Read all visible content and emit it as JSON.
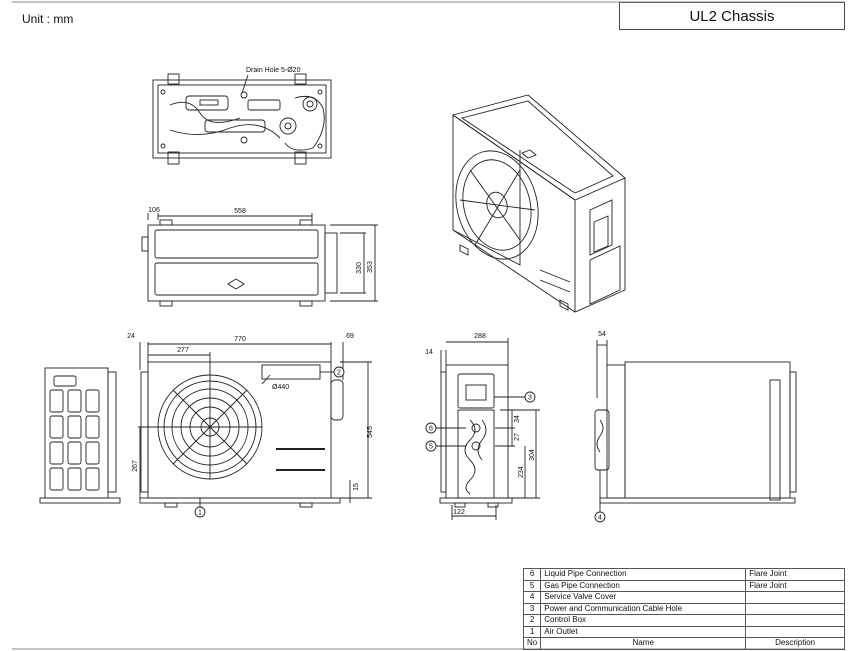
{
  "header": {
    "unit": "Unit : mm",
    "title": "UL2 Chassis"
  },
  "callouts": {
    "drain_hole": "Drain Hole 5-Ø20",
    "fan_diameter": "Ø440"
  },
  "dimensions": {
    "top_left_offset": "106",
    "top_width": "558",
    "top_depth_inner": "330",
    "top_depth_total": "353",
    "front_left_offset": "24",
    "front_width": "770",
    "front_right_offset": "69",
    "fan_center_x": "277",
    "front_height": "545",
    "fan_center_y": "267",
    "foot_height": "15",
    "side_left_offset": "14",
    "side_depth": "288",
    "valve_a": "34",
    "valve_b": "27",
    "valve_low": "234",
    "valve_high": "304",
    "feet_width": "122",
    "rear_offset": "54"
  },
  "markers": [
    "1",
    "2",
    "3",
    "4",
    "5",
    "6"
  ],
  "parts_table": {
    "headers": {
      "no": "No",
      "name": "Name",
      "description": "Description"
    },
    "rows": [
      {
        "no": "6",
        "name": "Liquid Pipe Connection",
        "description": "Flare Joint"
      },
      {
        "no": "5",
        "name": "Gas Pipe Connection",
        "description": "Flare Joint"
      },
      {
        "no": "4",
        "name": "Service Valve Cover",
        "description": ""
      },
      {
        "no": "3",
        "name": "Power and Communication Cable Hole",
        "description": ""
      },
      {
        "no": "2",
        "name": "Control Box",
        "description": ""
      },
      {
        "no": "1",
        "name": "Air Outlet",
        "description": ""
      }
    ]
  }
}
